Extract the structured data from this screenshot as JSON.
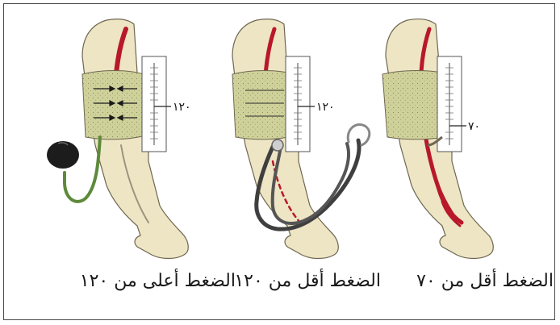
{
  "panels": [
    {
      "caption": "الضغط أقل من ٧٠",
      "gauge_reading": "٧٠",
      "colors": {
        "artery": "#b8182a",
        "cuff": "#cfd19a",
        "tube": "#b9bd8e"
      }
    },
    {
      "caption": "الضغط أقل من ١٢٠",
      "gauge_reading": "١٢٠",
      "colors": {
        "artery": "#b8182a",
        "cuff": "#cfd19a",
        "tube": "#3f3f3f"
      }
    },
    {
      "caption": "الضغط أعلى من ١٢٠",
      "gauge_reading": "١٢٠",
      "colors": {
        "artery": "#b8182a",
        "cuff": "#cfd19a",
        "tube": "#5d8a3a"
      }
    }
  ],
  "colors": {
    "skin": "#ede5c4",
    "skin_outline": "#6e6650",
    "frame": "#4a4a4a"
  },
  "icons": [
    "arm-icon",
    "blood-pressure-cuff-icon",
    "mercury-gauge-icon",
    "stethoscope-icon",
    "inflation-bulb-icon"
  ]
}
